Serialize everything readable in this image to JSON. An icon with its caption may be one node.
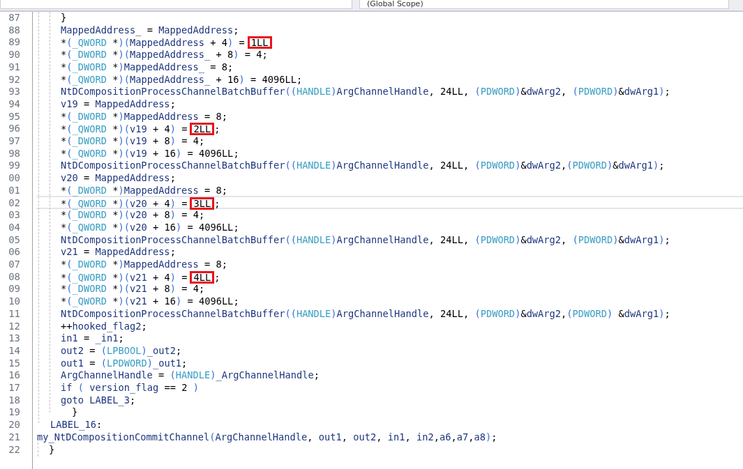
{
  "diagram": {
    "nodes": [
      {
        "text": [
          "1LL"
        ]
      },
      {
        "text": [
          "2LL"
        ]
      },
      {
        "text": [
          "3LL"
        ]
      },
      {
        "text": [
          "4LL"
        ]
      }
    ],
    "labels": [
      "(Global Scope)",
      "87",
      "}",
      "88",
      "MappedAddress_ = MappedAddress;",
      "89",
      "*(_QWORD *)(MappedAddress + 4) =",
      "90",
      "*(_DWORD *)(MappedAddress_ + 8) = 4;",
      "91",
      "*(_DWORD *)MappedAddress_ = 8;",
      "92",
      "*(_QWORD *)(MappedAddress_ + 16) = 4096LL;",
      "93",
      "NtDCompositionProcessChannelBatchBuffer((HANDLE)ArgChannelHandle, 24LL, (PDWORD)&dwArg2, (PDWORD)&dwArg1);",
      "94",
      "v19 = MappedAddress;",
      "95",
      "*(_DWORD *)MappedAddress = 8;",
      "96",
      "*(_QWORD *)(v19 + 4) =",
      ";",
      "97",
      "*(_DWORD *)(v19 + 8) = 4;",
      "98",
      "*(_QWORD *)(v19 + 16) = 4096LL;",
      "99",
      "NtDCompositionProcessChannelBatchBuffer((HANDLE)ArgChannelHandle, 24LL, (PDWORD)&dwArg2,(PDWORD)&dwArg1);",
      "00",
      "v20 = MappedAddress;",
      "01",
      "*(_DWORD *)MappedAddress = 8;",
      "02",
      "*(_QWORD *)(v20 + 4) =",
      ";",
      "03",
      "*(_DWORD *)(v20 + 8) = 4;",
      "04",
      "*(_QWORD *)(v20 + 16) = 4096LL;",
      "05",
      "NtDCompositionProcessChannelBatchBuffer((HANDLE)ArgChannelHandle, 24LL, (PDWORD)&dwArg2, (PDWORD)&dwArg1);",
      "06",
      "v21 = MappedAddress;",
      "07",
      "*(_DWORD *)MappedAddress = 8;",
      "08",
      "*(_QWORD *)(v21 + 4) =",
      ";",
      "09",
      "*(_DWORD *)(v21 + 8) = 4;",
      "10",
      "*(_QWORD *)(v21 + 16) = 4096LL;",
      "11",
      "NtDCompositionProcessChannelBatchBuffer((HANDLE)ArgChannelHandle, 24LL, (PDWORD)&dwArg2,(PDWORD) &dwArg1);",
      "12",
      "++hooked_flag2;",
      "13",
      "in1 = _in1;",
      "14",
      "out2 = (LPBOOL)_out2;",
      "15",
      "out1 = (LPDWORD)_out1;",
      "16",
      "ArgChannelHandle = (HANDLE)_ArgChannelHandle;",
      "17",
      "if ( version_flag == 2 )",
      "18",
      "goto LABEL_3;",
      "19",
      "}",
      "20",
      "LABEL_16:",
      "21",
      "my_NtDCompositionCommitChannel(ArgChannelHandle, out1, out2, in1, in2,a6,a7,a8);",
      "22",
      "}"
    ]
  }
}
